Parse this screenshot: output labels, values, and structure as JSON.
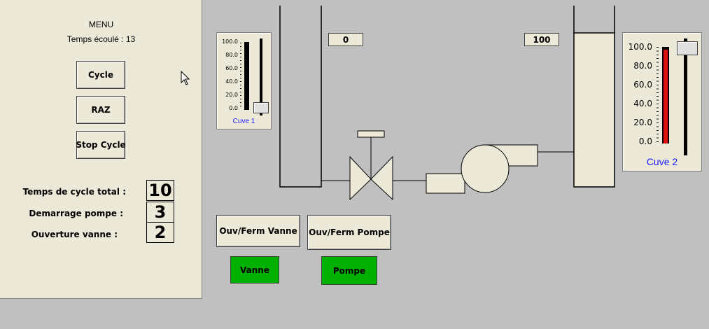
{
  "menu": {
    "title": "MENU",
    "elapsed_label": "Temps écoulé : 13",
    "buttons": {
      "cycle": "Cycle",
      "raz": "RAZ",
      "stop": "Stop Cycle"
    },
    "params": [
      {
        "label": "Temps de cycle total :",
        "value": "10"
      },
      {
        "label": "Demarrage pompe :",
        "value": "3"
      },
      {
        "label": "Ouverture vanne :",
        "value": "2"
      }
    ]
  },
  "tank1": {
    "caption": "Cuve 1",
    "ticks": [
      "100.0",
      "80.0",
      "60.0",
      "40.0",
      "20.0",
      "0.0"
    ],
    "level_fraction": 0.0,
    "value_display": "0"
  },
  "tank2": {
    "caption": "Cuve 2",
    "ticks": [
      "100.0",
      "80.0",
      "60.0",
      "40.0",
      "20.0",
      "0.0"
    ],
    "level_fraction": 1.0,
    "value_display": "100"
  },
  "controls": {
    "valve_toggle": "Ouv/Ferm Vanne",
    "pump_toggle": "Ouv/Ferm Pompe",
    "valve_indicator": "Vanne",
    "pump_indicator": "Pompe"
  },
  "colors": {
    "panel_bg": "#ece9d8",
    "canvas_bg": "#c0c0c0",
    "indicator_on": "#00b000",
    "level_fill": "#dd1111",
    "caption_text": "#1a1aff"
  }
}
